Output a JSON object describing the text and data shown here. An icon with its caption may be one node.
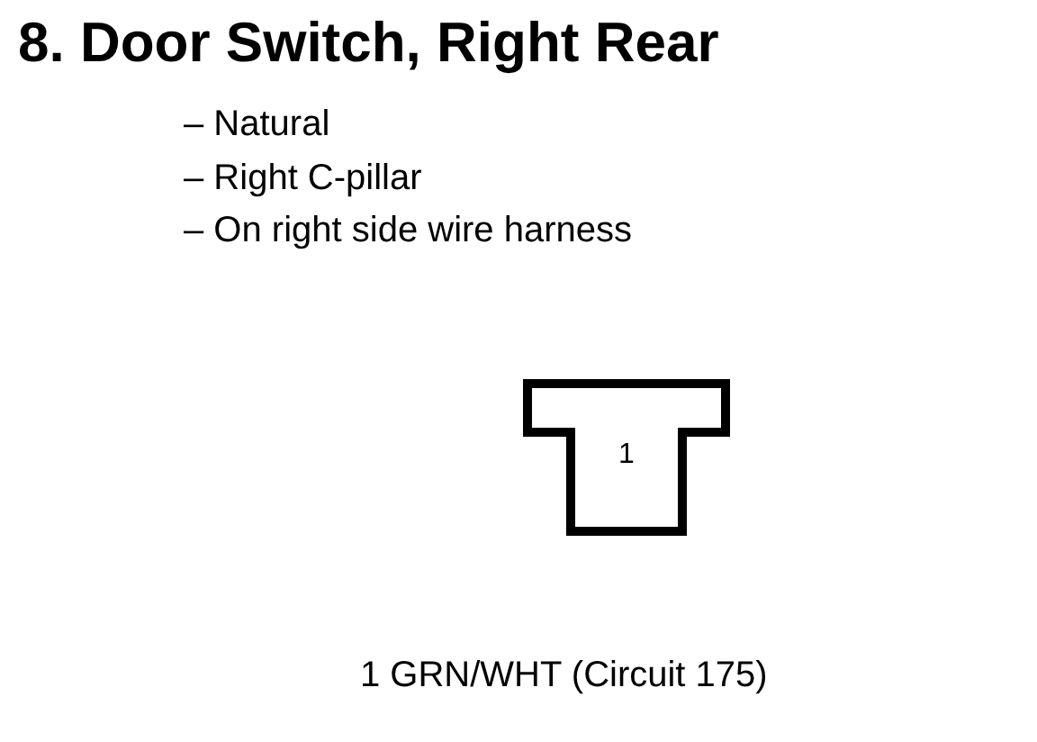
{
  "diagram": {
    "title": "8. Door Switch, Right Rear",
    "nodes": [
      {
        "text": [
          "1"
        ]
      }
    ],
    "labels": [
      "– Natural",
      "– Right C-pillar",
      "– On right side wire harness",
      "1 GRN/WHT (Circuit 175)"
    ]
  }
}
